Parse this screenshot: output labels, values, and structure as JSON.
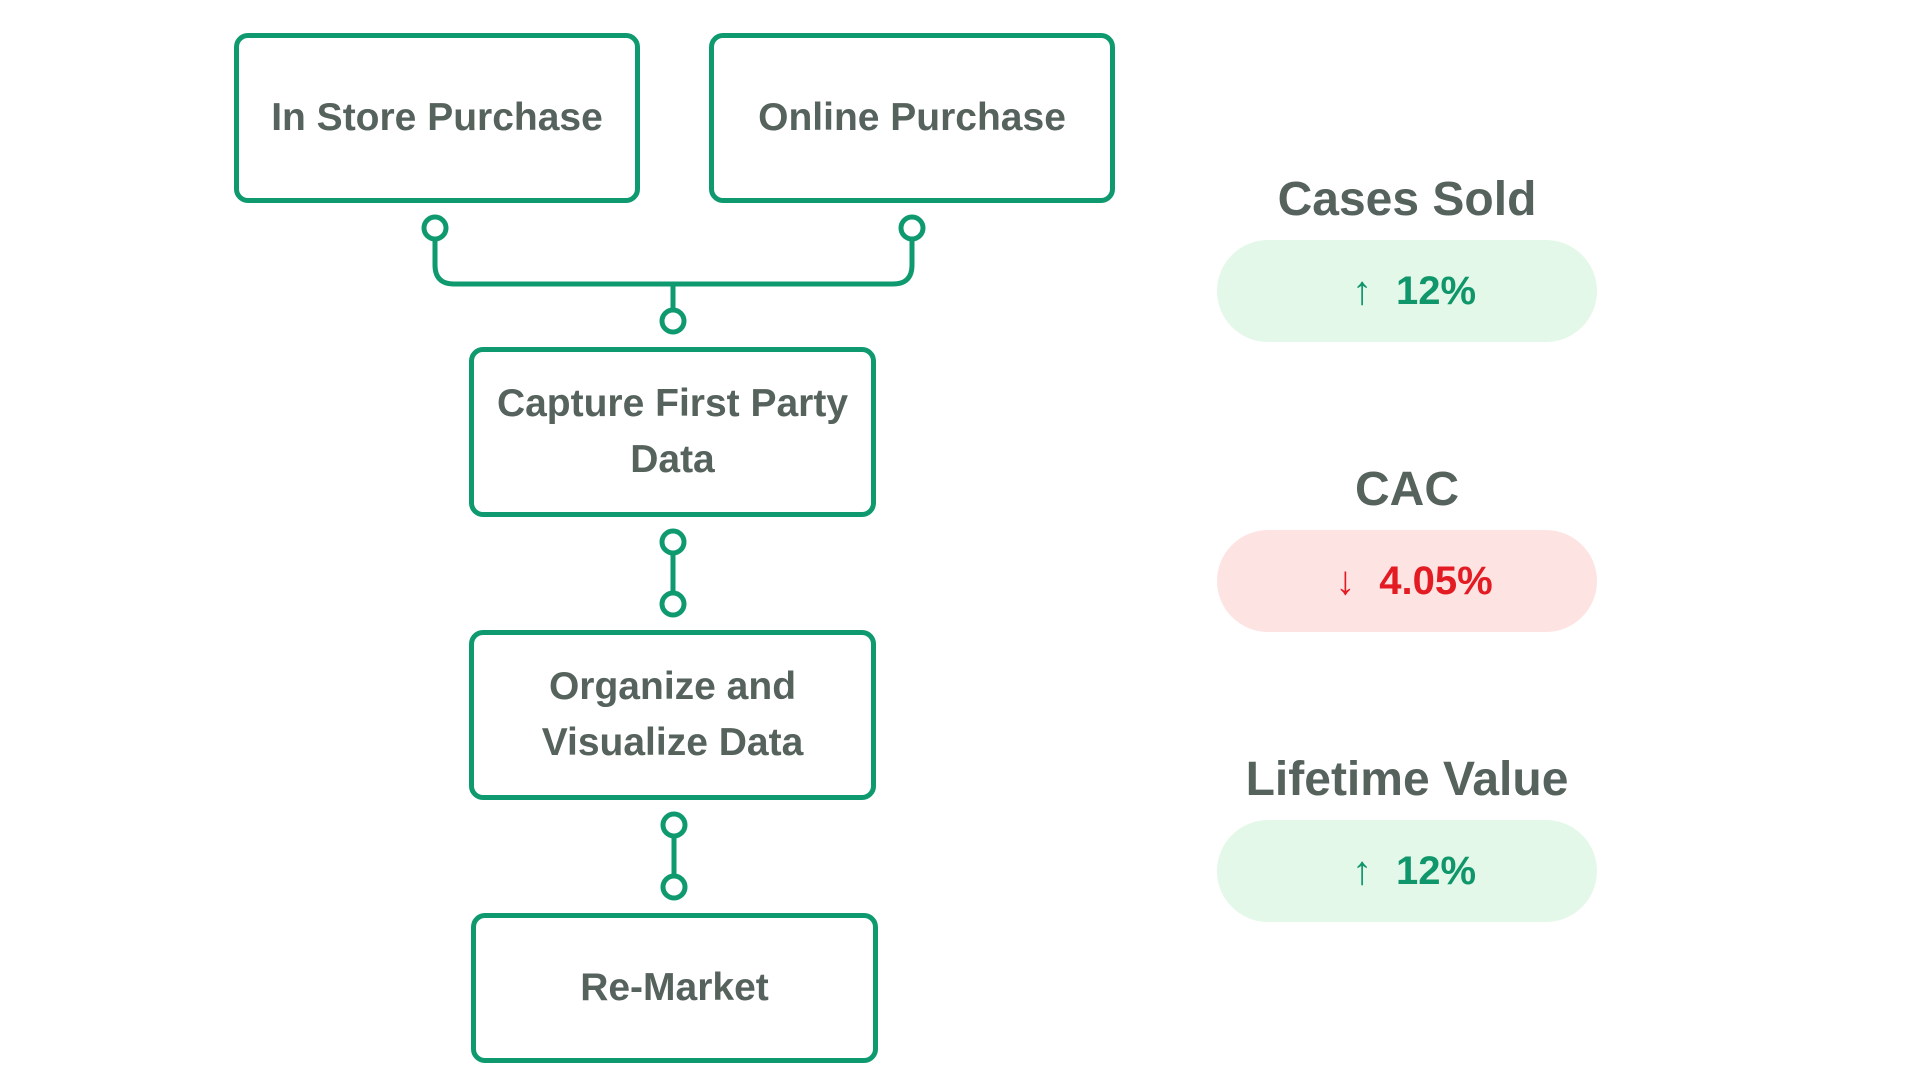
{
  "colors": {
    "accent": "#0e9a6e",
    "text": "#56625c",
    "up_bg": "#e3f8e9",
    "up_text": "#10966b",
    "down_bg": "#fde4e3",
    "down_text": "#e31b23"
  },
  "flow": {
    "in_store": "In Store Purchase",
    "online": "Online Purchase",
    "capture": "Capture First Party Data",
    "organize": "Organize and Visualize Data",
    "remarket": "Re-Market"
  },
  "metrics": [
    {
      "title": "Cases Sold",
      "direction": "up",
      "arrow": "↑",
      "value": "12%",
      "arrow_icon": "arrow-up-icon"
    },
    {
      "title": "CAC",
      "direction": "down",
      "arrow": "↓",
      "value": "4.05%",
      "arrow_icon": "arrow-down-icon"
    },
    {
      "title": "Lifetime Value",
      "direction": "up",
      "arrow": "↑",
      "value": "12%",
      "arrow_icon": "arrow-up-icon"
    }
  ]
}
